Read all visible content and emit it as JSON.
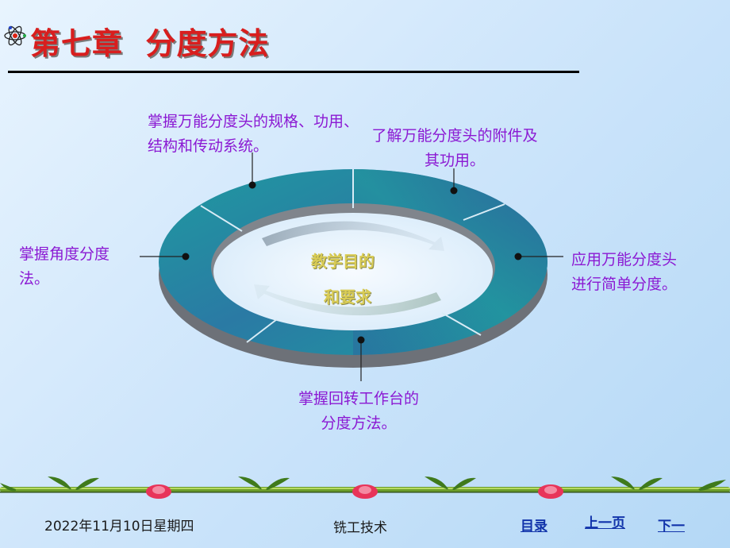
{
  "title": "第七章  分度方法",
  "center": {
    "line1": "教学目的",
    "line2": "和要求"
  },
  "objectives": {
    "top_left": "掌握万能分度头的规格、功用、结构和传动系统。",
    "top_right": "了解万能分度头的附件及其功用。",
    "left": "掌握角度分度法。",
    "right": "应用万能分度头进行简单分度。",
    "bottom": "掌握回转工作台的分度方法。"
  },
  "footer": {
    "date": "2022年11月10日星期四",
    "center": "铣工技术",
    "nav_toc": "目录",
    "nav_prev": "上一页",
    "nav_next": "下一"
  },
  "colors": {
    "title": "#d81e1e",
    "label": "#8b19d3",
    "ring_teal": "#1e9aa0",
    "ring_blue": "#2a6a9e",
    "center_text": "#d9cc55"
  }
}
